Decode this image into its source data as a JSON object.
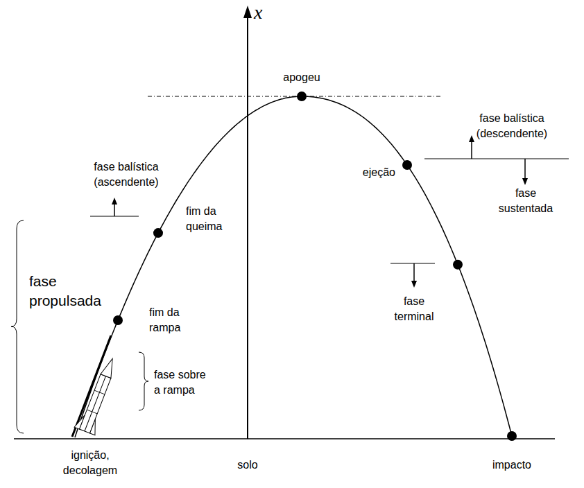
{
  "diagram": {
    "labels": [
      "x",
      "apogeu",
      "fase balística (ascendente)",
      "fim da queima",
      "fase propulsada",
      "fim da rampa",
      "fase sobre a rampa",
      "ignição, decolagem",
      "solo",
      "impacto",
      "ejeção",
      "fase balística (descendente)",
      "fase sustentada",
      "fase terminal"
    ]
  }
}
